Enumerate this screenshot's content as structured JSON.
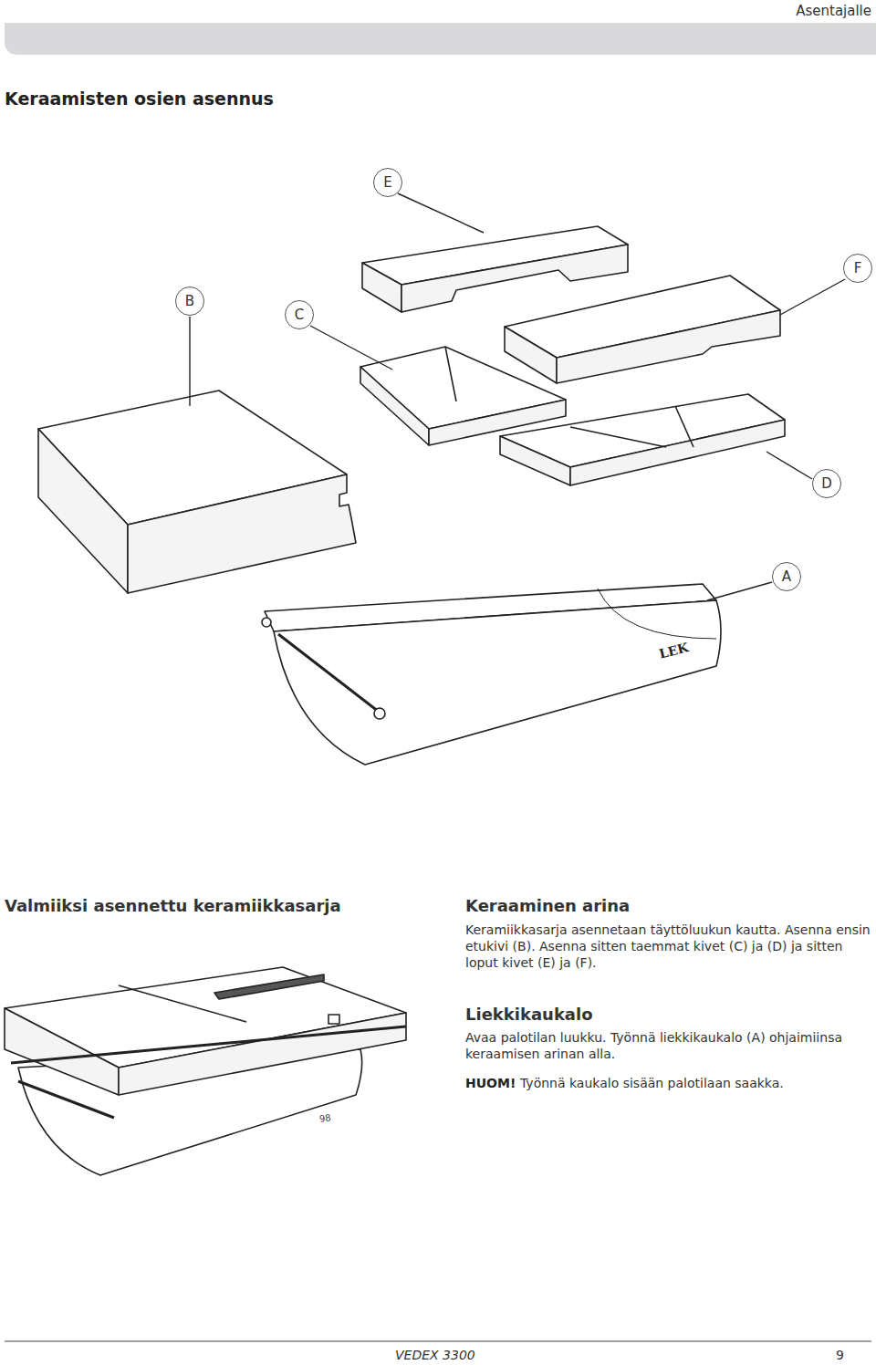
{
  "diagram": {
    "title": "Keraamisten osien asennus",
    "nodes": [
      {
        "text": [
          "E"
        ]
      },
      {
        "text": [
          "F"
        ]
      },
      {
        "text": [
          "B"
        ]
      },
      {
        "text": [
          "C"
        ]
      },
      {
        "text": [
          "D"
        ]
      },
      {
        "text": [
          "A"
        ]
      }
    ],
    "labels": [
      "Asentajalle",
      "Valmiiksi asennettu keramiikkasarja",
      "Keraaminen arina",
      "Keramiikkasarja asennetaan täyttöluukun kautta. Asenna ensin etukivi (B). Asenna sitten taemmat kivet (C) ja (D) ja sitten loput kivet (E) ja (F).",
      "Liekkikaukalo",
      "Avaa palotilan luukku. Työnnä liekkikaukalo (A) ohjaimiinsa keraamisen arinan alla.",
      "HUOM!",
      "Työnnä kaukalo sisään palotilaan saakka.",
      "LEK",
      "98",
      "VEDEX 3300",
      "9"
    ]
  }
}
